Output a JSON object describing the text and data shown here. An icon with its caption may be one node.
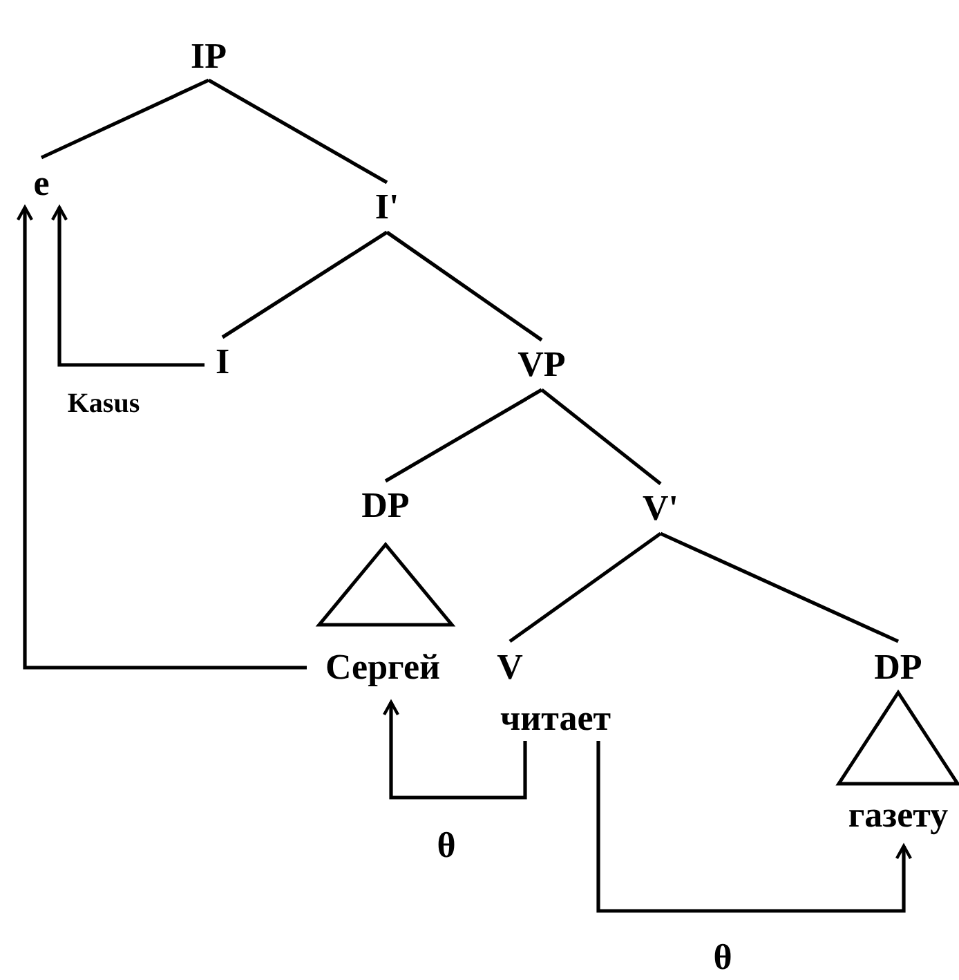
{
  "diagram": {
    "nodes": [
      {
        "text": [
          "IP"
        ]
      },
      {
        "text": [
          "e"
        ]
      },
      {
        "text": [
          "I'"
        ]
      },
      {
        "text": [
          "I"
        ]
      },
      {
        "text": [
          "VP"
        ]
      },
      {
        "text": [
          "DP"
        ]
      },
      {
        "text": [
          "V'"
        ]
      },
      {
        "text": [],
        "shape": "triangle"
      },
      {
        "text": [
          "Сергей"
        ]
      },
      {
        "text": [
          "V"
        ]
      },
      {
        "text": [
          "DP"
        ]
      },
      {
        "text": [
          "читает"
        ]
      },
      {
        "text": [],
        "shape": "triangle"
      },
      {
        "text": [
          "газету"
        ]
      }
    ],
    "edges": [
      {
        "from": 0,
        "to": 1,
        "arrow": "none"
      },
      {
        "from": 0,
        "to": 2,
        "arrow": "none"
      },
      {
        "from": 2,
        "to": 3,
        "arrow": "none"
      },
      {
        "from": 2,
        "to": 4,
        "arrow": "none"
      },
      {
        "from": 4,
        "to": 5,
        "arrow": "none"
      },
      {
        "from": 4,
        "to": 6,
        "arrow": "none"
      },
      {
        "from": 6,
        "to": 9,
        "arrow": "none"
      },
      {
        "from": 6,
        "to": 10,
        "arrow": "none"
      },
      {
        "from": 3,
        "to": 1,
        "arrow": "to",
        "label": "Kasus"
      },
      {
        "from": 8,
        "to": 1,
        "arrow": "to"
      },
      {
        "from": 11,
        "to": 8,
        "arrow": "to",
        "label": "θ"
      },
      {
        "from": 11,
        "to": 13,
        "arrow": "to",
        "label": "θ"
      }
    ]
  }
}
